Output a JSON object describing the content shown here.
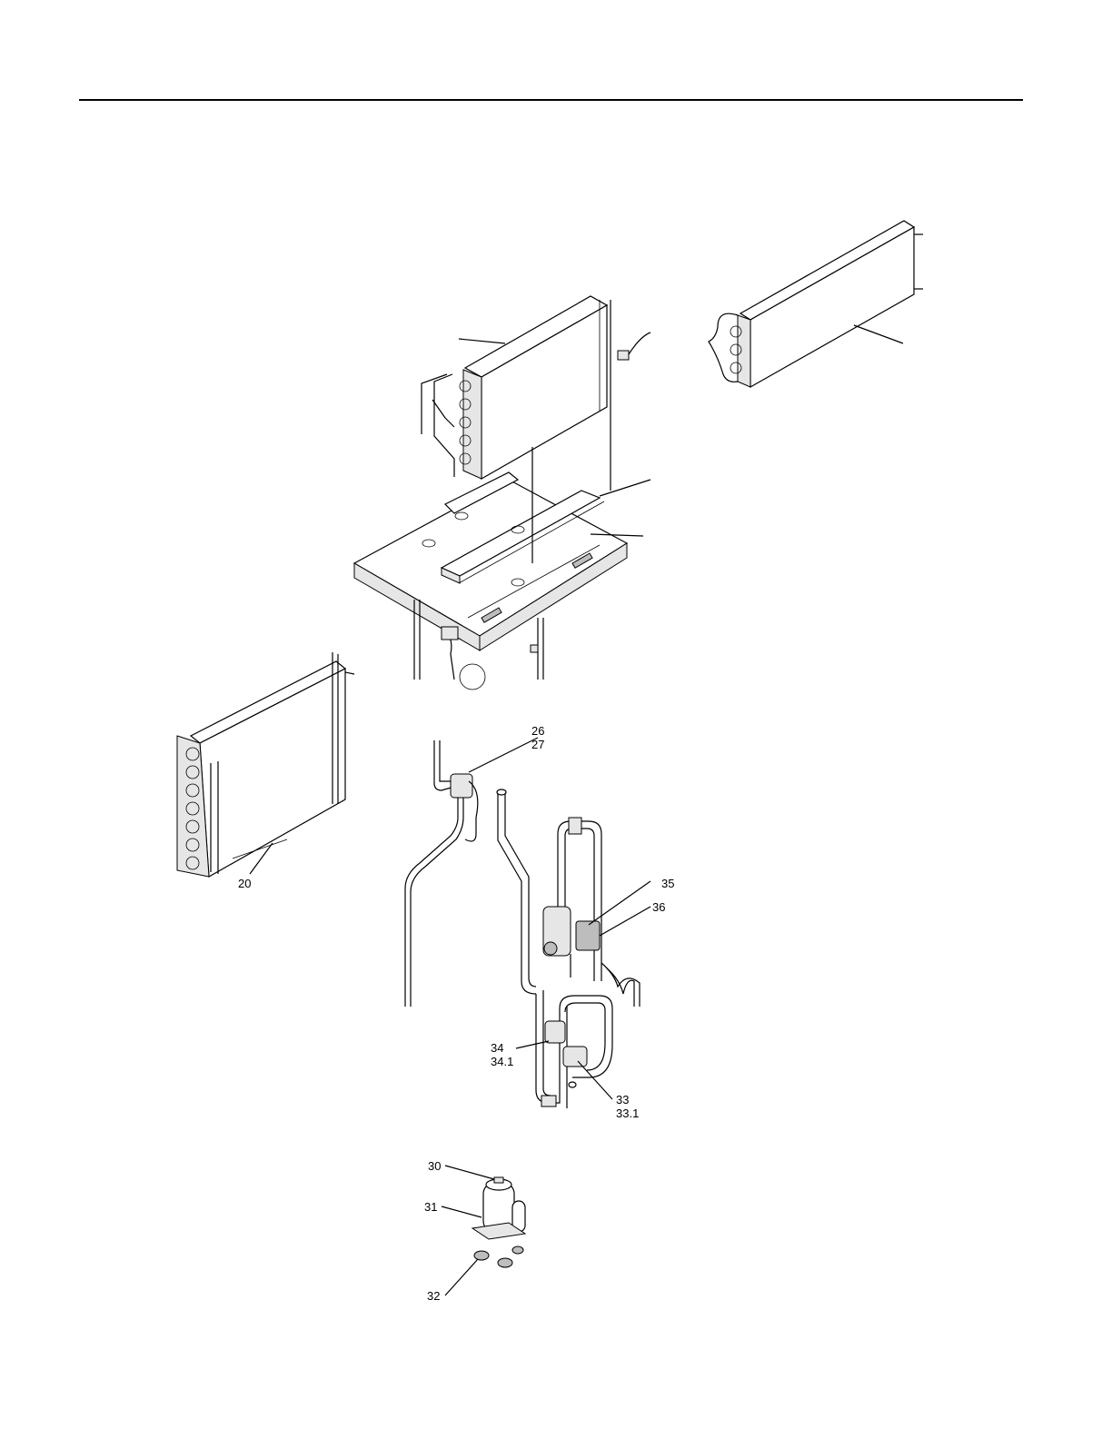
{
  "callouts": {
    "c20": "20",
    "c26": "26",
    "c27": "27",
    "c35": "35",
    "c36": "36",
    "c34": "34",
    "c34_1": "34.1",
    "c33": "33",
    "c33_1": "33.1",
    "c30": "30",
    "c31": "31",
    "c32": "32"
  }
}
